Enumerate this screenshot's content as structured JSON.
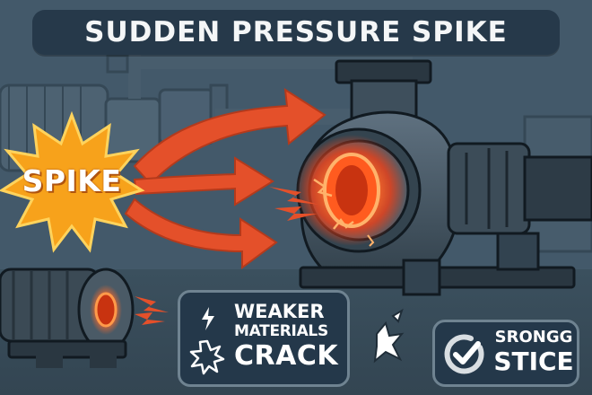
{
  "banner": {
    "title": "SUDDEN PRESSURE SPIKE"
  },
  "spike": {
    "label": "SPIKE"
  },
  "weak_panel": {
    "line1": "WEAKER",
    "line2": "MATERIALS",
    "line3": "CRACK",
    "icons": [
      "lightning-icon",
      "cracked-starburst-icon"
    ]
  },
  "strong_panel": {
    "line1": "SRONGG",
    "line2": "STICE",
    "icon": "check-circle-icon"
  },
  "broken_star": {
    "icon": "broken-star-icon"
  },
  "colors": {
    "background": "#3f5563",
    "banner": "#26394a",
    "spike_orange": "#f7a21b",
    "arrow_red": "#e4502a",
    "glow": "#ff6a2a",
    "metal_dark": "#1f2a33",
    "metal": "#4f6070"
  }
}
